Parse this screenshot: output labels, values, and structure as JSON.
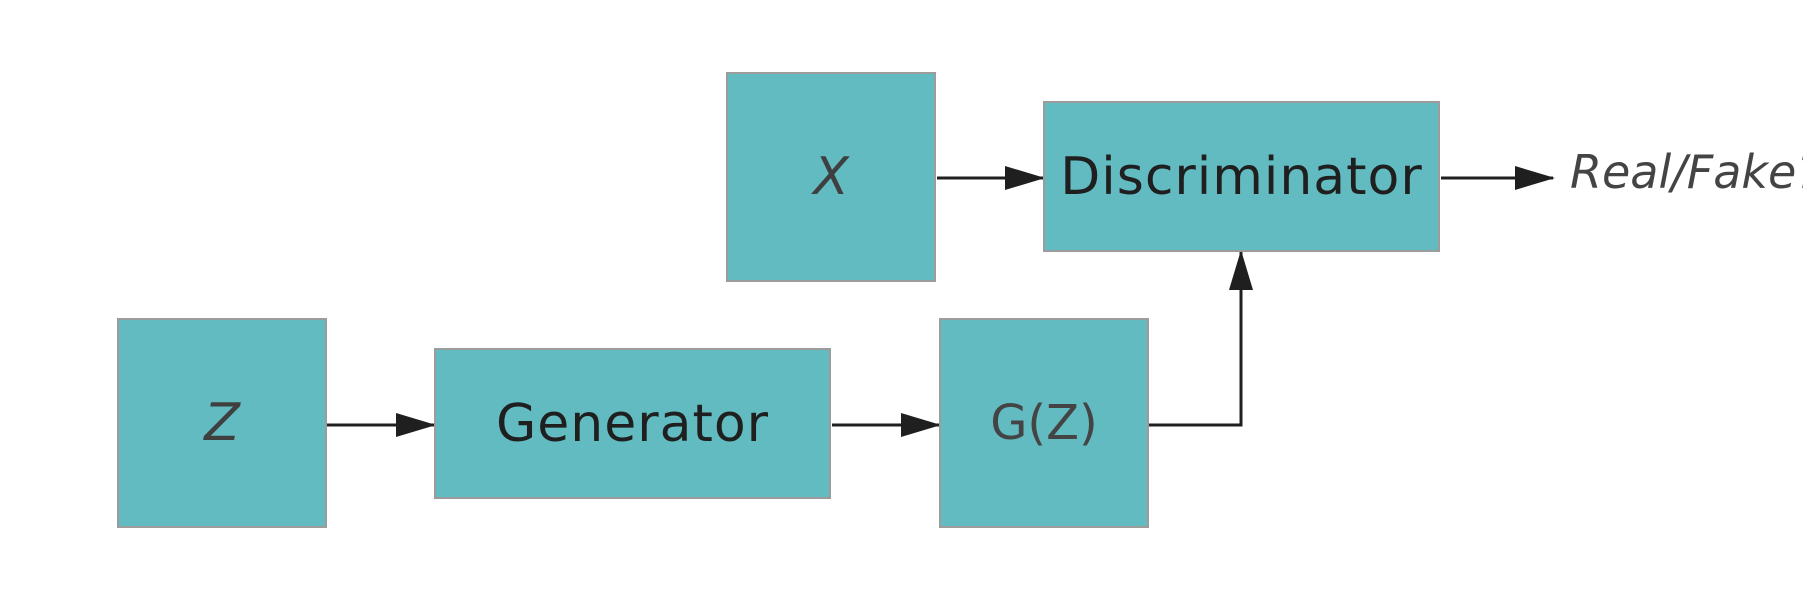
{
  "diagram": {
    "nodes": {
      "x": "X",
      "discriminator": "Discriminator",
      "z": "Z",
      "generator": "Generator",
      "gz": "G(Z)"
    },
    "output_label": "Real/Fake?"
  },
  "colors": {
    "box_fill": "#62bbc1",
    "box_border": "#9c9c9c",
    "arrow": "#1f1f1f",
    "text": "#3c3c3c"
  }
}
